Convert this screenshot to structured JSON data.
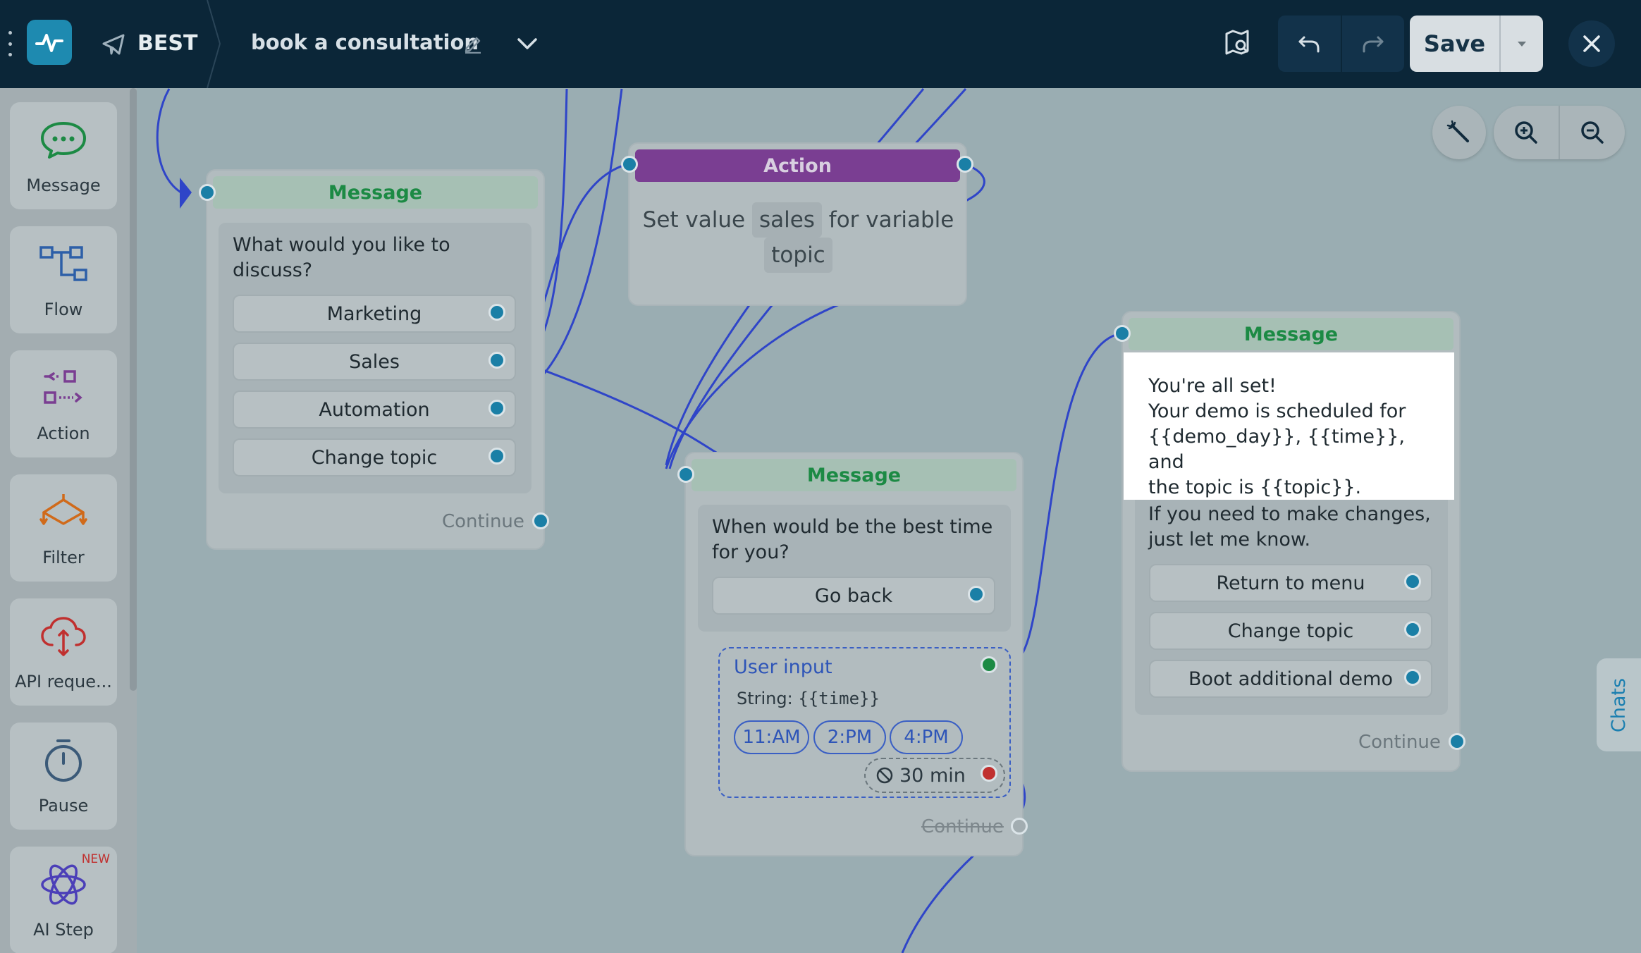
{
  "topbar": {
    "bot_name": "BEST",
    "flow_name": "book a consultation",
    "save_label": "Save"
  },
  "toolbox": {
    "items": [
      {
        "label": "Message",
        "icon": "message-icon"
      },
      {
        "label": "Flow",
        "icon": "flow-icon"
      },
      {
        "label": "Action",
        "icon": "action-icon"
      },
      {
        "label": "Filter",
        "icon": "filter-icon"
      },
      {
        "label": "API reque...",
        "icon": "api-request-icon"
      },
      {
        "label": "Pause",
        "icon": "pause-icon"
      },
      {
        "label": "AI Step",
        "icon": "ai-step-icon",
        "badge": "NEW"
      }
    ]
  },
  "nodes": {
    "topic_message": {
      "header": "Message",
      "text": "What would you like to discuss?",
      "options": [
        "Marketing",
        "Sales",
        "Automation",
        "Change topic"
      ],
      "continue": "Continue"
    },
    "action": {
      "header": "Action",
      "text_prefix": "Set value",
      "value": "sales",
      "text_middle": "for variable",
      "variable": "topic"
    },
    "time_message": {
      "header": "Message",
      "text": "When would be the best time for you?",
      "options": [
        "Go back"
      ],
      "user_input": {
        "title": "User input",
        "type_label": "String:",
        "variable": "{{time}}",
        "chips": [
          "11:AM",
          "2:PM",
          "4:PM"
        ],
        "timeout": "30 min"
      },
      "continue": "Continue"
    },
    "confirm_message": {
      "header": "Message",
      "highlight_text": [
        "You're all set!",
        "Your demo is scheduled for",
        "{{demo_day}}, {{time}}, and",
        "the topic is {{topic}}."
      ],
      "text": [
        "If you need to make changes,",
        "just let me know."
      ],
      "options": [
        "Return to menu",
        "Change topic",
        "Boot additional demo"
      ],
      "continue": "Continue"
    }
  },
  "side_tab": {
    "label": "Chats"
  },
  "colors": {
    "topbar": "#0b2638",
    "canvas": "#9aadb2",
    "message_header": "#1c8a44",
    "action_header": "#7a3e92",
    "wire": "#2f45c8",
    "port": "#1a7fa6",
    "accent_link": "#1b7fb0"
  }
}
